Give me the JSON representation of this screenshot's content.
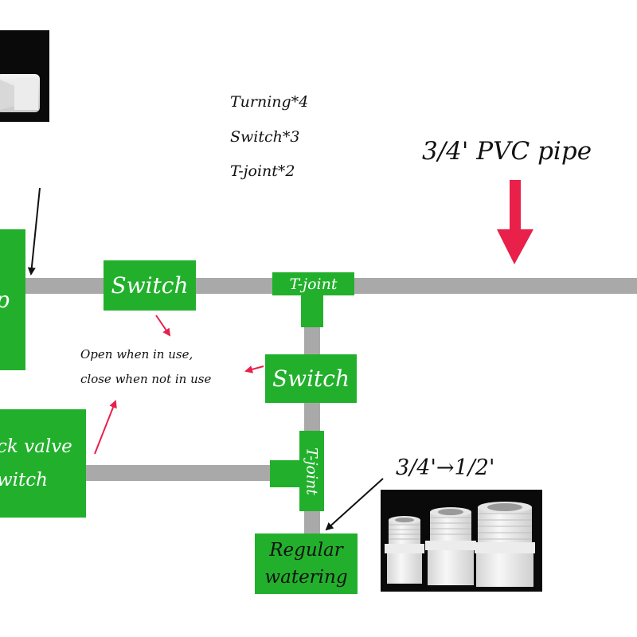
{
  "legend": {
    "line1": "Turning*4",
    "line2": "Switch*3",
    "line3": "T-joint*2"
  },
  "pipe_label": "3/4' PVC pipe",
  "reducer_label": "3/4'→1/2'",
  "note": {
    "line1": "Open when in use,",
    "line2": "close when not in use"
  },
  "components": {
    "left_box_partial": "p",
    "switch_top": "Switch",
    "tjoint_top": "T-joint",
    "switch_mid": "Switch",
    "tjoint_vertical": "T-joint",
    "check_valve_line1": "ck valve",
    "check_valve_line2": "witch",
    "regular_line1": "Regular",
    "regular_line2": "watering"
  },
  "colors": {
    "green": "#22b02c",
    "pipe": "#a9a9a9",
    "red_arrow": "#e8204a",
    "black": "#111111"
  }
}
